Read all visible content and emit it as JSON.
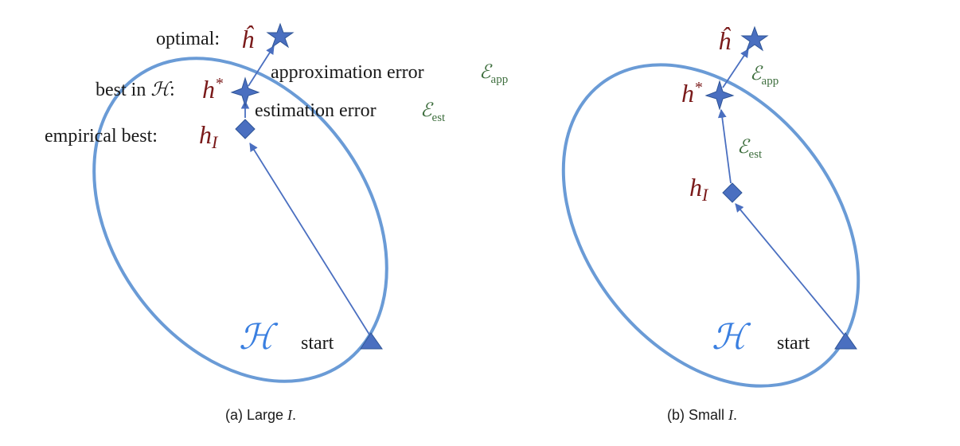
{
  "panel_a": {
    "optimal_label": "optimal:",
    "h_hat": "ĥ",
    "approx_label": "approximation error",
    "approx_symbol": "ℰ",
    "approx_sub": "app",
    "best_label": "best in",
    "best_H": "ℋ",
    "best_colon": ":",
    "h_star": "h",
    "h_star_sup": "*",
    "est_label": "estimation error",
    "est_symbol": "ℰ",
    "est_sub": "est",
    "empirical_label": "empirical best:",
    "h_I": "h",
    "h_I_sub": "I",
    "H_region": "ℋ",
    "start_label": "start",
    "caption_prefix": "(a)  Large ",
    "caption_var": "I",
    "caption_suffix": "."
  },
  "panel_b": {
    "h_hat": "ĥ",
    "approx_symbol": "ℰ",
    "approx_sub": "app",
    "h_star": "h",
    "h_star_sup": "*",
    "est_symbol": "ℰ",
    "est_sub": "est",
    "h_I": "h",
    "h_I_sub": "I",
    "H_region": "ℋ",
    "start_label": "start",
    "caption_prefix": "(b)  Small ",
    "caption_var": "I",
    "caption_suffix": "."
  },
  "colors": {
    "ellipse": "#6a9bd6",
    "marker": "#4a6fc0",
    "hypothesis_label": "#7a1a1a",
    "error_label": "#3f6f3f",
    "region_label": "#3a7fe0"
  }
}
